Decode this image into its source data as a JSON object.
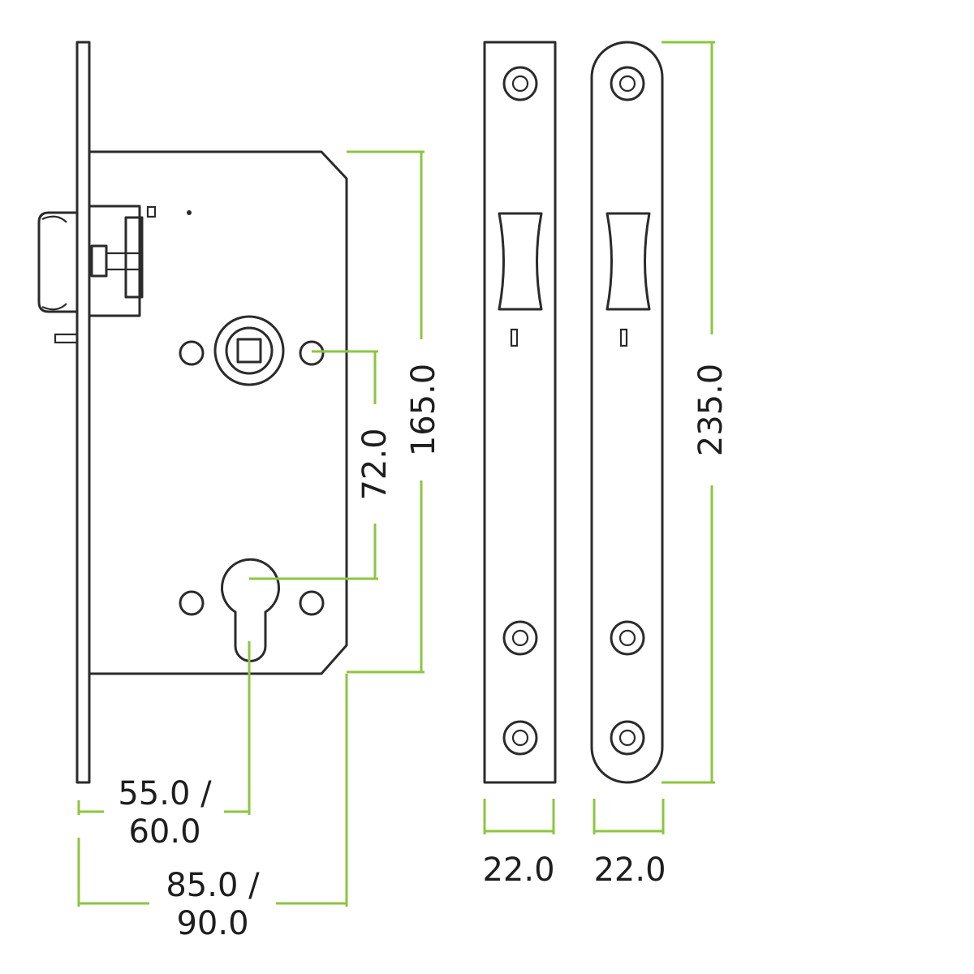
{
  "colors": {
    "line": "#2b2b2b",
    "dimension": "#8cc63f",
    "text": "#1e1e1e",
    "background": "#ffffff"
  },
  "dimensions": {
    "height_case": "165.0",
    "centres": "72.0",
    "height_forend": "235.0",
    "backset_line1": "55.0 /",
    "backset_line2": "60.0",
    "depth_line1": "85.0 /",
    "depth_line2": "90.0",
    "width_square_forend": "22.0",
    "width_round_forend": "22.0"
  }
}
